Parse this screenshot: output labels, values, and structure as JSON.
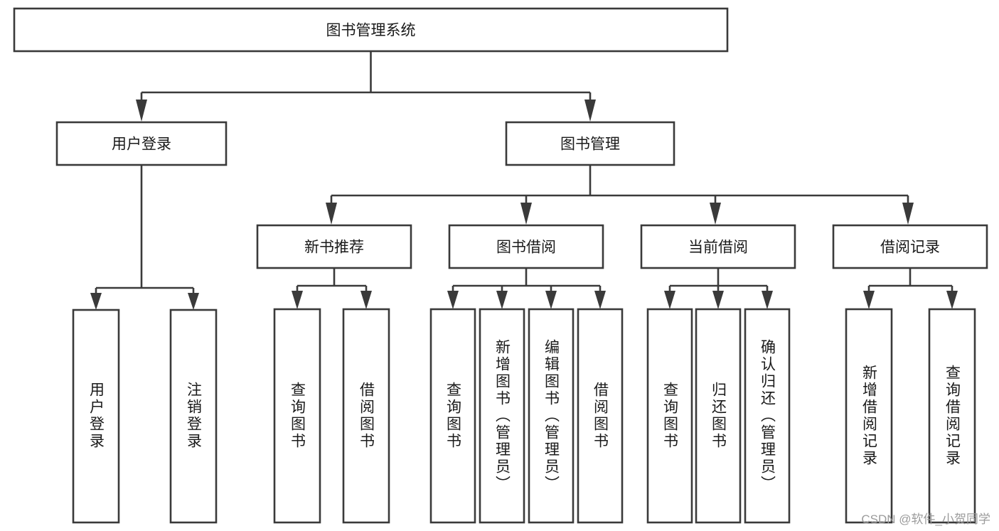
{
  "diagram": {
    "title": "图书管理系统",
    "type": "tree-hierarchy-diagram",
    "watermark": "CSDN @软件_小贺同学",
    "colors": {
      "background": "#ffffff",
      "box_fill": "#ffffff",
      "box_stroke": "#3a3a3a",
      "connector": "#3a3a3a",
      "text": "#1a1a1a",
      "watermark": "#9b9b9b"
    },
    "root": {
      "label": "图书管理系统"
    },
    "level2": [
      {
        "label": "用户登录"
      },
      {
        "label": "图书管理"
      }
    ],
    "level3": [
      {
        "label": "新书推荐"
      },
      {
        "label": "图书借阅"
      },
      {
        "label": "当前借阅"
      },
      {
        "label": "借阅记录"
      }
    ],
    "leaves_user_login": [
      {
        "label": "用户登录"
      },
      {
        "label": "注销登录"
      }
    ],
    "leaves_new_book": [
      {
        "label": "查询图书"
      },
      {
        "label": "借阅图书"
      }
    ],
    "leaves_borrow": [
      {
        "label": "查询图书"
      },
      {
        "label": "新增图书（管理员）"
      },
      {
        "label": "编辑图书（管理员）"
      },
      {
        "label": "借阅图书"
      }
    ],
    "leaves_current": [
      {
        "label": "查询图书"
      },
      {
        "label": "归还图书"
      },
      {
        "label": "确认归还（管理员）"
      }
    ],
    "leaves_record": [
      {
        "label": "新增借阅记录"
      },
      {
        "label": "查询借阅记录"
      }
    ]
  }
}
